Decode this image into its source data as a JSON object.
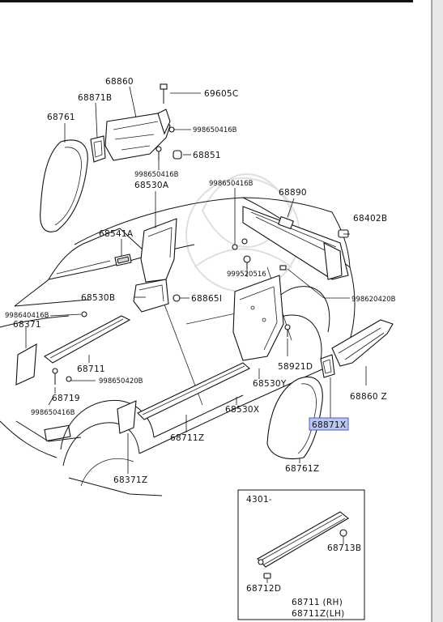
{
  "colors": {
    "line": "#111111",
    "highlight": "#b9c6f0",
    "highlight_border": "#4a5ec9",
    "background": "#ffffff"
  },
  "labels": {
    "p68860": "68860",
    "p69605C": "69605C",
    "p68871B": "68871B",
    "p68761": "68761",
    "p998650416B_a": "998650416B",
    "p68851": "68851",
    "p998650416B_b": "998650416B",
    "p68530A": "68530A",
    "p998650416B_c": "998650416B",
    "p68890": "68890",
    "p68402B": "68402B",
    "p68541A": "68541A",
    "p999520516": "999520516",
    "p998620420B": "998620420B",
    "p68530B": "68530B",
    "p68865I": "68865I",
    "p998640416B": "998640416B",
    "p68371": "68371",
    "p58921D": "58921D",
    "p68711": "68711",
    "p998650420B": "998650420B",
    "p68530Y": "68530Y",
    "p68719": "68719",
    "p68860Z": "68860 Z",
    "p998650416B_d": "998650416B",
    "p68530X": "68530X",
    "p68871X": "68871X",
    "p68711Z": "68711Z",
    "p68761Z": "68761Z",
    "p68371Z": "68371Z"
  },
  "inset": {
    "header": "4301-",
    "p68713B": "68713B",
    "p68712D": "68712D",
    "p68711RH": "68711 (RH)",
    "p68711ZLH": "68711Z(LH)"
  }
}
